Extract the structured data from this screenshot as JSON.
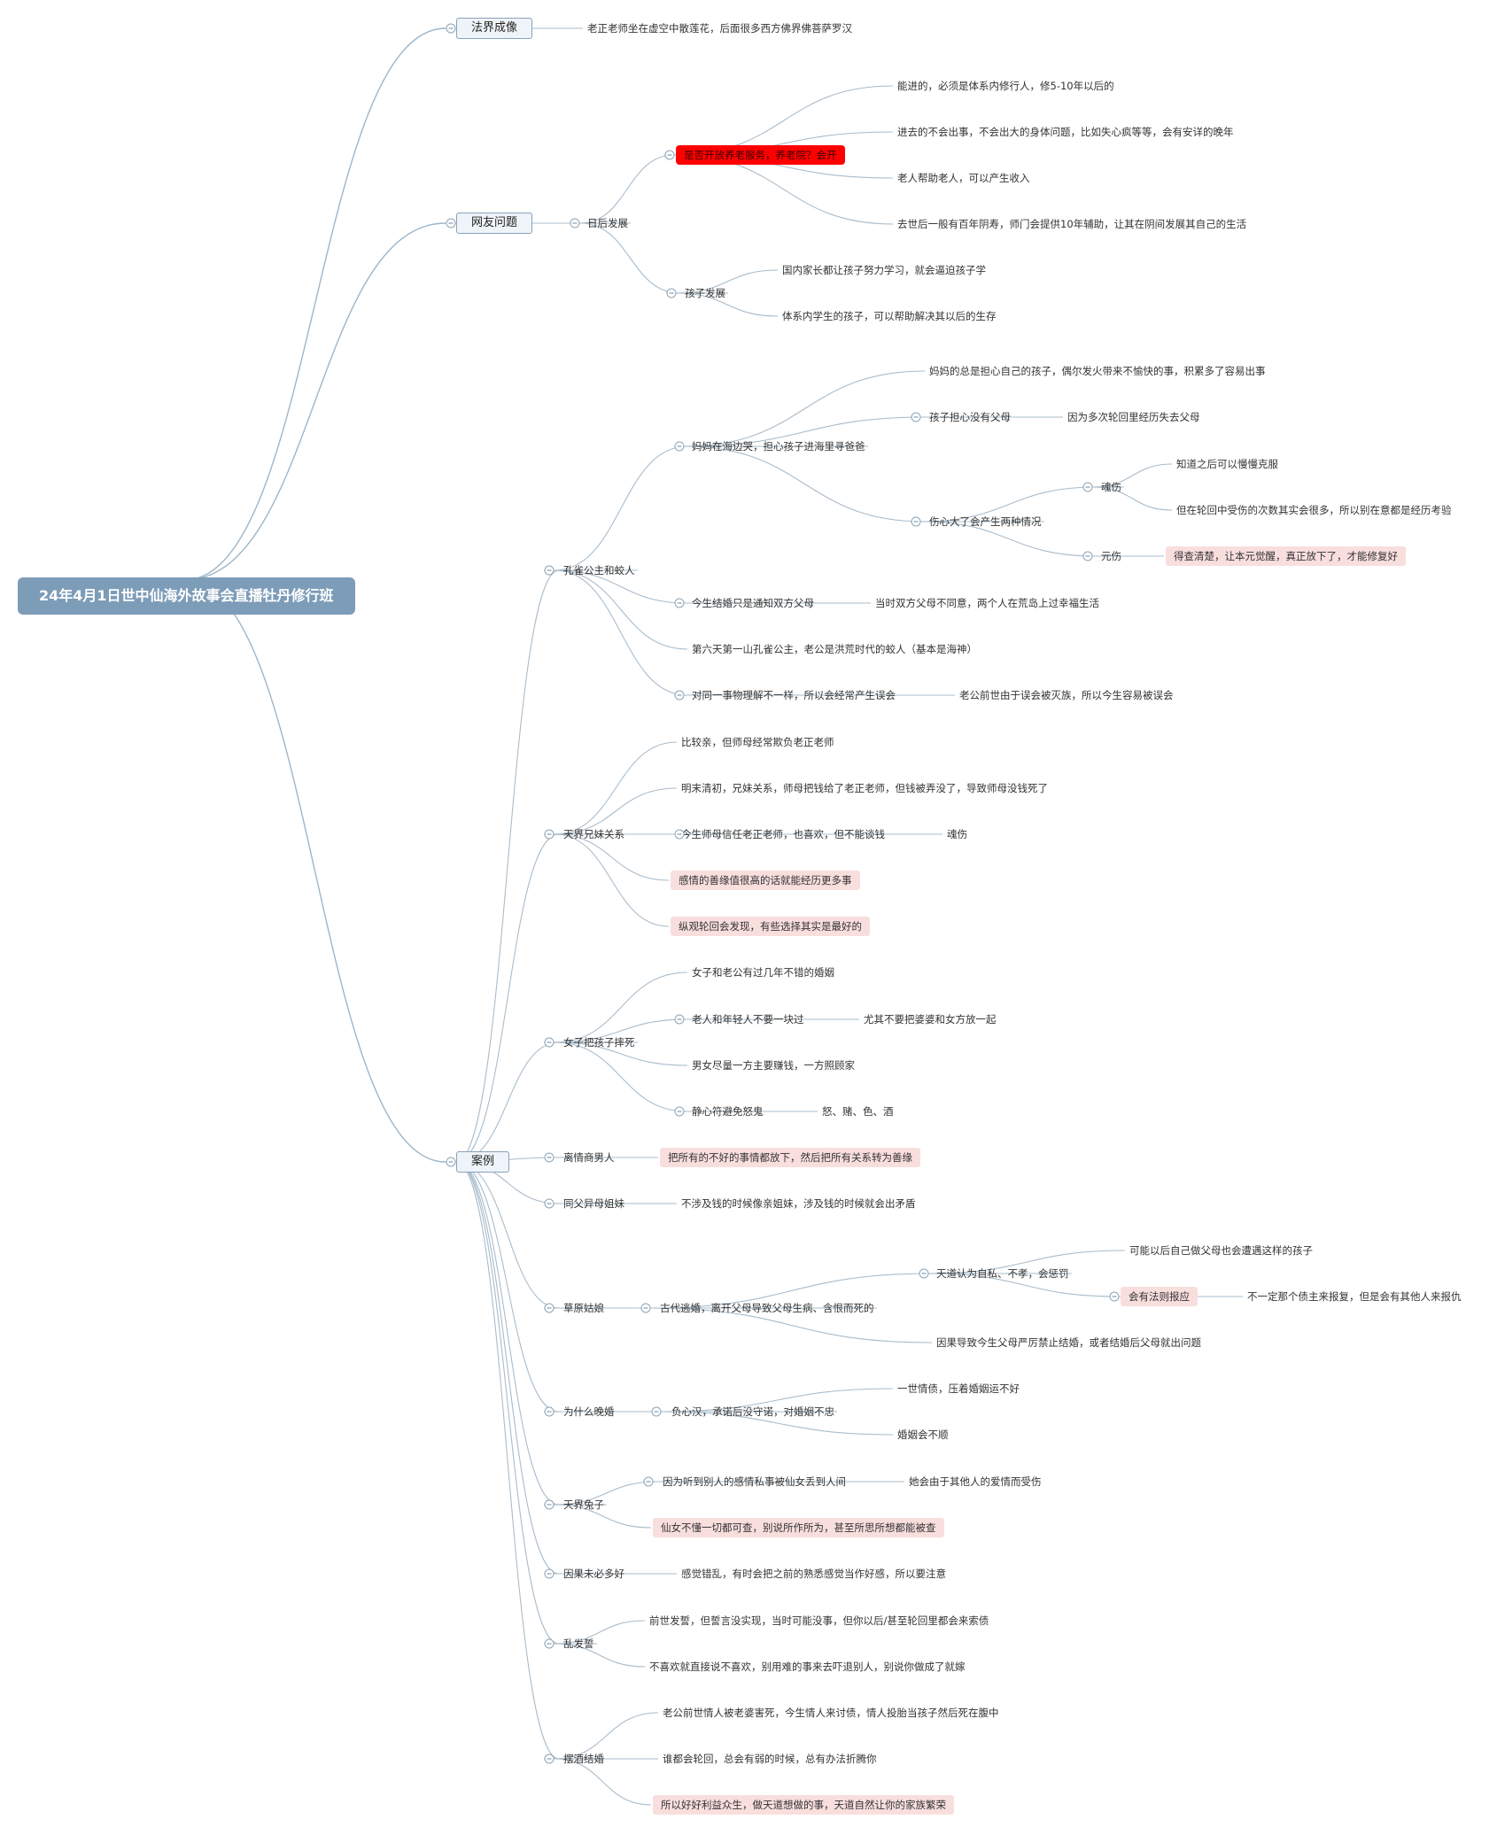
{
  "root": "24年4月1日世中仙海外故事会直播牡丹修行班",
  "nodes": [
    {
      "id": "b1",
      "label": "法界成像",
      "kind": "l1",
      "children": [
        {
          "id": "b1a",
          "label": "老正老师坐在虚空中散莲花，后面很多西方佛界佛菩萨罗汉"
        }
      ]
    },
    {
      "id": "b2",
      "label": "网友问题",
      "kind": "l1",
      "children": [
        {
          "id": "b2a",
          "label": "日后发展",
          "children": [
            {
              "id": "b2a1",
              "label": "是否开放养老服务，养老院？会开",
              "kind": "red",
              "children": [
                {
                  "id": "b2a1a",
                  "label": "能进的，必须是体系内修行人，修5-10年以后的"
                },
                {
                  "id": "b2a1b",
                  "label": "进去的不会出事，不会出大的身体问题，比如失心疯等等，会有安详的晚年"
                },
                {
                  "id": "b2a1c",
                  "label": "老人帮助老人，可以产生收入"
                },
                {
                  "id": "b2a1d",
                  "label": "去世后一般有百年阴寿，师门会提供10年辅助，让其在阴间发展其自己的生活"
                }
              ]
            },
            {
              "id": "b2a2",
              "label": "孩子发展",
              "children": [
                {
                  "id": "b2a2a",
                  "label": "国内家长都让孩子努力学习，就会逼迫孩子学"
                },
                {
                  "id": "b2a2b",
                  "label": "体系内学生的孩子，可以帮助解决其以后的生存"
                }
              ]
            }
          ]
        }
      ]
    },
    {
      "id": "b3",
      "label": "案例",
      "kind": "l1",
      "children": [
        {
          "id": "c1",
          "label": "孔雀公主和蛟人",
          "children": [
            {
              "id": "c1a",
              "label": "妈妈在海边哭，担心孩子进海里寻爸爸",
              "children": [
                {
                  "id": "c1a1",
                  "label": "妈妈的总是担心自己的孩子，偶尔发火带来不愉快的事，积累多了容易出事"
                },
                {
                  "id": "c1a2",
                  "label": "孩子担心没有父母",
                  "children": [
                    {
                      "id": "c1a2a",
                      "label": "因为多次轮回里经历失去父母"
                    }
                  ]
                },
                {
                  "id": "c1a3",
                  "label": "伤心大了会产生两种情况",
                  "children": [
                    {
                      "id": "c1a3a",
                      "label": "魂伤",
                      "children": [
                        {
                          "id": "c1a3a1",
                          "label": "知道之后可以慢慢克服"
                        },
                        {
                          "id": "c1a3a2",
                          "label": "但在轮回中受伤的次数其实会很多，所以别在意都是经历考验"
                        }
                      ]
                    },
                    {
                      "id": "c1a3b",
                      "label": "元伤",
                      "children": [
                        {
                          "id": "c1a3b1",
                          "label": "得查清楚，让本元觉醒，真正放下了，才能修复好",
                          "kind": "hl"
                        }
                      ]
                    }
                  ]
                }
              ]
            },
            {
              "id": "c1b",
              "label": "今生结婚只是通知双方父母",
              "children": [
                {
                  "id": "c1b1",
                  "label": "当时双方父母不同意，两个人在荒岛上过幸福生活"
                }
              ]
            },
            {
              "id": "c1c",
              "label": "第六天第一山孔雀公主，老公是洪荒时代的蛟人（基本是海神）"
            },
            {
              "id": "c1d",
              "label": "对同一事物理解不一样，所以会经常产生误会",
              "children": [
                {
                  "id": "c1d1",
                  "label": "老公前世由于误会被灭族，所以今生容易被误会"
                }
              ]
            }
          ]
        },
        {
          "id": "c2",
          "label": "天界兄妹关系",
          "children": [
            {
              "id": "c2a",
              "label": "比较亲，但师母经常欺负老正老师"
            },
            {
              "id": "c2b",
              "label": "明末清初，兄妹关系，师母把钱给了老正老师，但钱被弄没了，导致师母没钱死了"
            },
            {
              "id": "c2c",
              "label": "今生师母信任老正老师，也喜欢，但不能谈钱",
              "children": [
                {
                  "id": "c2c1",
                  "label": "魂伤"
                }
              ]
            },
            {
              "id": "c2d",
              "label": "感情的善缘值很高的话就能经历更多事",
              "kind": "hl"
            },
            {
              "id": "c2e",
              "label": "纵观轮回会发现，有些选择其实是最好的",
              "kind": "hl"
            }
          ]
        },
        {
          "id": "c3",
          "label": "女子把孩子摔死",
          "children": [
            {
              "id": "c3a",
              "label": "女子和老公有过几年不错的婚姻"
            },
            {
              "id": "c3b",
              "label": "老人和年轻人不要一块过",
              "children": [
                {
                  "id": "c3b1",
                  "label": "尤其不要把婆婆和女方放一起"
                }
              ]
            },
            {
              "id": "c3c",
              "label": "男女尽量一方主要赚钱，一方照顾家"
            },
            {
              "id": "c3d",
              "label": "静心符避免怒鬼",
              "children": [
                {
                  "id": "c3d1",
                  "label": "怒、赌、色、酒"
                }
              ]
            }
          ]
        },
        {
          "id": "c4",
          "label": "离情商男人",
          "children": [
            {
              "id": "c4a",
              "label": "把所有的不好的事情都放下，然后把所有关系转为善缘",
              "kind": "hl"
            }
          ]
        },
        {
          "id": "c5",
          "label": "同父异母姐妹",
          "children": [
            {
              "id": "c5a",
              "label": "不涉及钱的时候像亲姐妹，涉及钱的时候就会出矛盾"
            }
          ]
        },
        {
          "id": "c6",
          "label": "草原姑娘",
          "children": [
            {
              "id": "c6a",
              "label": "古代逃婚，离开父母导致父母生病、含恨而死的",
              "children": [
                {
                  "id": "c6a1",
                  "label": "天道认为自私、不孝，会惩罚",
                  "children": [
                    {
                      "id": "c6a1a",
                      "label": "可能以后自己做父母也会遭遇这样的孩子"
                    },
                    {
                      "id": "c6a1b",
                      "label": "会有法则报应",
                      "kind": "hl",
                      "children": [
                        {
                          "id": "c6a1b1",
                          "label": "不一定那个债主来报复，但是会有其他人来报仇"
                        }
                      ]
                    }
                  ]
                },
                {
                  "id": "c6a2",
                  "label": "因果导致今生父母严厉禁止结婚，或者结婚后父母就出问题"
                }
              ]
            }
          ]
        },
        {
          "id": "c7",
          "label": "为什么晚婚",
          "children": [
            {
              "id": "c7a",
              "label": "负心汉，承诺后没守诺，对婚姻不忠",
              "children": [
                {
                  "id": "c7a1",
                  "label": "一世情债，压着婚姻运不好"
                },
                {
                  "id": "c7a2",
                  "label": "婚姻会不顺"
                }
              ]
            }
          ]
        },
        {
          "id": "c8",
          "label": "天界兔子",
          "children": [
            {
              "id": "c8a",
              "label": "因为听到别人的感情私事被仙女丢到人间",
              "children": [
                {
                  "id": "c8a1",
                  "label": "她会由于其他人的爱情而受伤"
                }
              ]
            },
            {
              "id": "c8b",
              "label": "仙女不懂一切都可查，别说所作所为，甚至所思所想都能被查",
              "kind": "hl"
            }
          ]
        },
        {
          "id": "c9",
          "label": "因果未必多好",
          "children": [
            {
              "id": "c9a",
              "label": "感觉错乱，有时会把之前的熟悉感觉当作好感，所以要注意"
            }
          ]
        },
        {
          "id": "c10",
          "label": "乱发誓",
          "children": [
            {
              "id": "c10a",
              "label": "前世发誓，但誓言没实现，当时可能没事，但你以后/甚至轮回里都会来索债"
            },
            {
              "id": "c10b",
              "label": "不喜欢就直接说不喜欢，别用难的事来去吓退别人，别说你做成了就嫁"
            }
          ]
        },
        {
          "id": "c11",
          "label": "摆酒结婚",
          "children": [
            {
              "id": "c11a",
              "label": "老公前世情人被老婆害死，今生情人来讨债，情人投胎当孩子然后死在腹中"
            },
            {
              "id": "c11b",
              "label": "谁都会轮回，总会有弱的时候，总有办法折腾你"
            },
            {
              "id": "c11c",
              "label": "所以好好利益众生，做天道想做的事，天道自然让你的家族繁荣",
              "kind": "hl"
            }
          ]
        }
      ]
    }
  ]
}
